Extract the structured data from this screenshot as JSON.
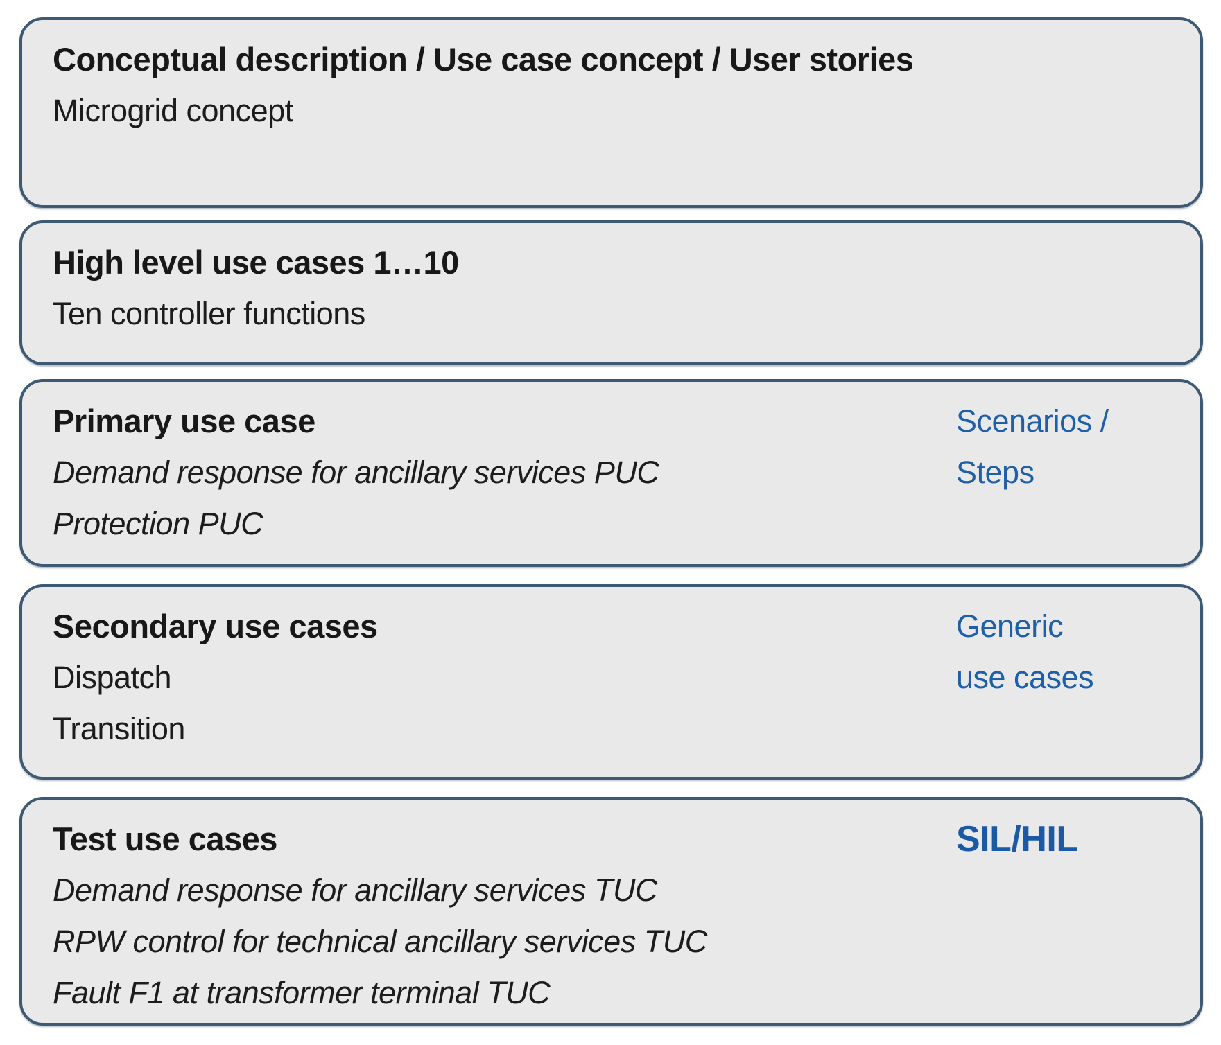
{
  "diagram": {
    "colors": {
      "box_fill": "#E9E9E9",
      "box_border": "#3D5973",
      "text_black": "#1C1C1C",
      "accent_blue": "#1F5FA8"
    },
    "boxes": [
      {
        "title": "Conceptual description / Use case concept / User stories",
        "lines": [
          "Microgrid concept"
        ],
        "side": []
      },
      {
        "title": "High level use cases 1…10",
        "lines": [
          "Ten controller functions"
        ],
        "side": []
      },
      {
        "title": "Primary use case",
        "lines": [
          "Demand response for ancillary services PUC",
          "Protection PUC"
        ],
        "side": [
          "Scenarios /",
          "Steps"
        ]
      },
      {
        "title": "Secondary use cases",
        "lines": [
          "Dispatch",
          "Transition"
        ],
        "side": [
          "Generic",
          "use cases"
        ]
      },
      {
        "title": "Test use cases",
        "lines": [
          "Demand response for ancillary services TUC",
          "RPW control for technical ancillary services TUC",
          "Fault F1 at transformer terminal TUC"
        ],
        "side": [
          "SIL/HIL"
        ]
      }
    ]
  }
}
